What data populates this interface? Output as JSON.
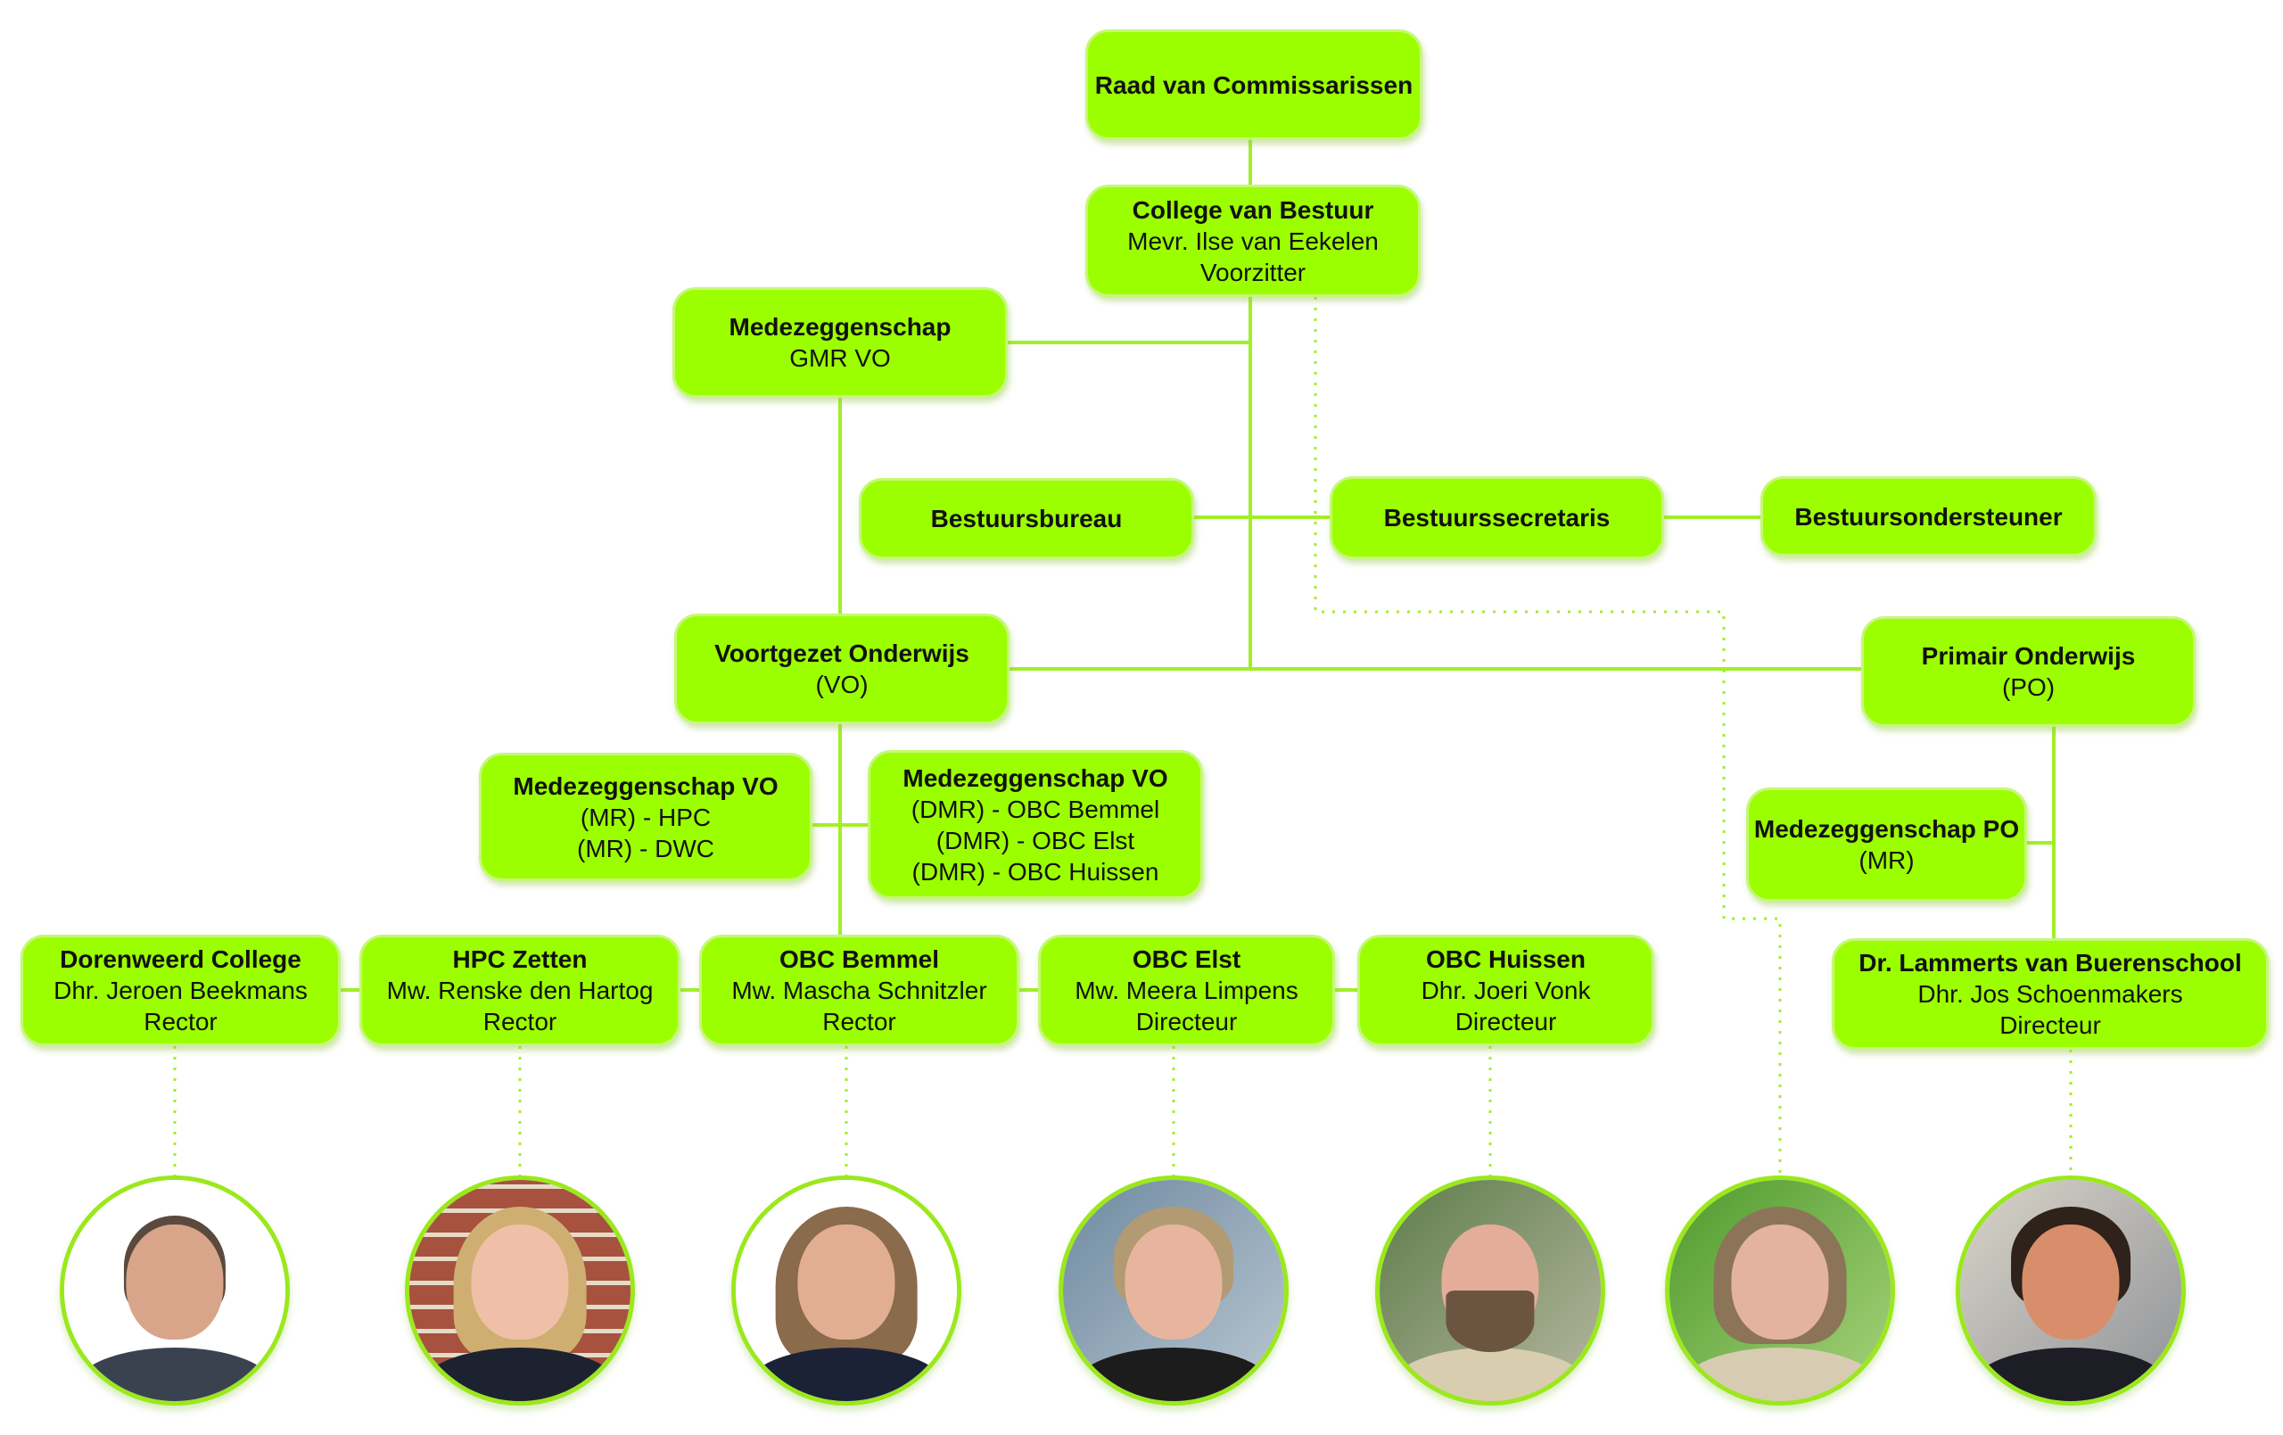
{
  "colors": {
    "box_fill": "#9cff00",
    "line": "#a2ef27",
    "text": "#111111"
  },
  "nodes": {
    "raad": {
      "lines": [
        "Raad van Commissarissen"
      ]
    },
    "college": {
      "lines": [
        "College van Bestuur",
        "Mevr. Ilse van Eekelen",
        "Voorzitter"
      ]
    },
    "gmr_vo": {
      "lines": [
        "Medezeggenschap",
        "GMR VO"
      ]
    },
    "bestuursbureau": {
      "lines": [
        "Bestuursbureau"
      ]
    },
    "bestuurssecretaris": {
      "lines": [
        "Bestuurssecretaris"
      ]
    },
    "bestuursondersteuner": {
      "lines": [
        "Bestuursondersteuner"
      ]
    },
    "vo": {
      "lines": [
        "Voortgezet Onderwijs",
        "(VO)"
      ]
    },
    "po": {
      "lines": [
        "Primair Onderwijs",
        "(PO)"
      ]
    },
    "mz_vo_mr": {
      "lines": [
        "Medezeggenschap VO",
        "(MR) - HPC",
        "(MR) - DWC"
      ]
    },
    "mz_vo_dmr": {
      "lines": [
        "Medezeggenschap VO",
        "(DMR) - OBC Bemmel",
        "(DMR) - OBC Elst",
        "(DMR) - OBC Huissen"
      ]
    },
    "mz_po": {
      "lines": [
        "Medezeggenschap PO",
        "(MR)"
      ]
    },
    "dorenweerd": {
      "lines": [
        "Dorenweerd College",
        "Dhr. Jeroen Beekmans",
        "Rector"
      ]
    },
    "hpc": {
      "lines": [
        "HPC Zetten",
        "Mw. Renske den Hartog",
        "Rector"
      ]
    },
    "obc_bemmel": {
      "lines": [
        "OBC Bemmel",
        "Mw. Mascha Schnitzler",
        "Rector"
      ]
    },
    "obc_elst": {
      "lines": [
        "OBC Elst",
        "Mw. Meera Limpens",
        "Directeur"
      ]
    },
    "obc_huissen": {
      "lines": [
        "OBC Huissen",
        "Dhr. Joeri Vonk",
        "Directeur"
      ]
    },
    "lammerts": {
      "lines": [
        "Dr. Lammerts van Buerenschool",
        "Dhr. Jos Schoenmakers",
        "Directeur"
      ]
    }
  },
  "photos": [
    {
      "person": "Dhr. Jeroen Beekmans"
    },
    {
      "person": "Mw. Renske den Hartog"
    },
    {
      "person": "Mw. Mascha Schnitzler"
    },
    {
      "person": "Mw. Meera Limpens"
    },
    {
      "person": "Dhr. Joeri Vonk"
    },
    {
      "person": "Bestuurssecretaris"
    },
    {
      "person": "Dhr. Jos Schoenmakers"
    }
  ]
}
